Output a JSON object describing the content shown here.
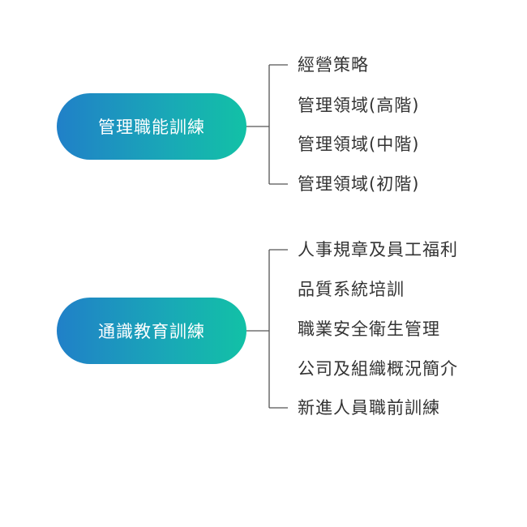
{
  "groups": [
    {
      "title": "管理職能訓練",
      "items": [
        "經營策略",
        "管理領域(高階)",
        "管理領域(中階)",
        "管理領域(初階)"
      ]
    },
    {
      "title": "通識教育訓練",
      "items": [
        "人事規章及員工福利",
        "品質系統培訓",
        "職業安全衛生管理",
        "公司及組織概況簡介",
        "新進人員職前訓練"
      ]
    }
  ],
  "colors": {
    "pill_gradient_start": "#2080c8",
    "pill_gradient_end": "#12c1a6",
    "pill_text": "#ffffff",
    "item_text": "#333333",
    "connector": "#555555"
  }
}
